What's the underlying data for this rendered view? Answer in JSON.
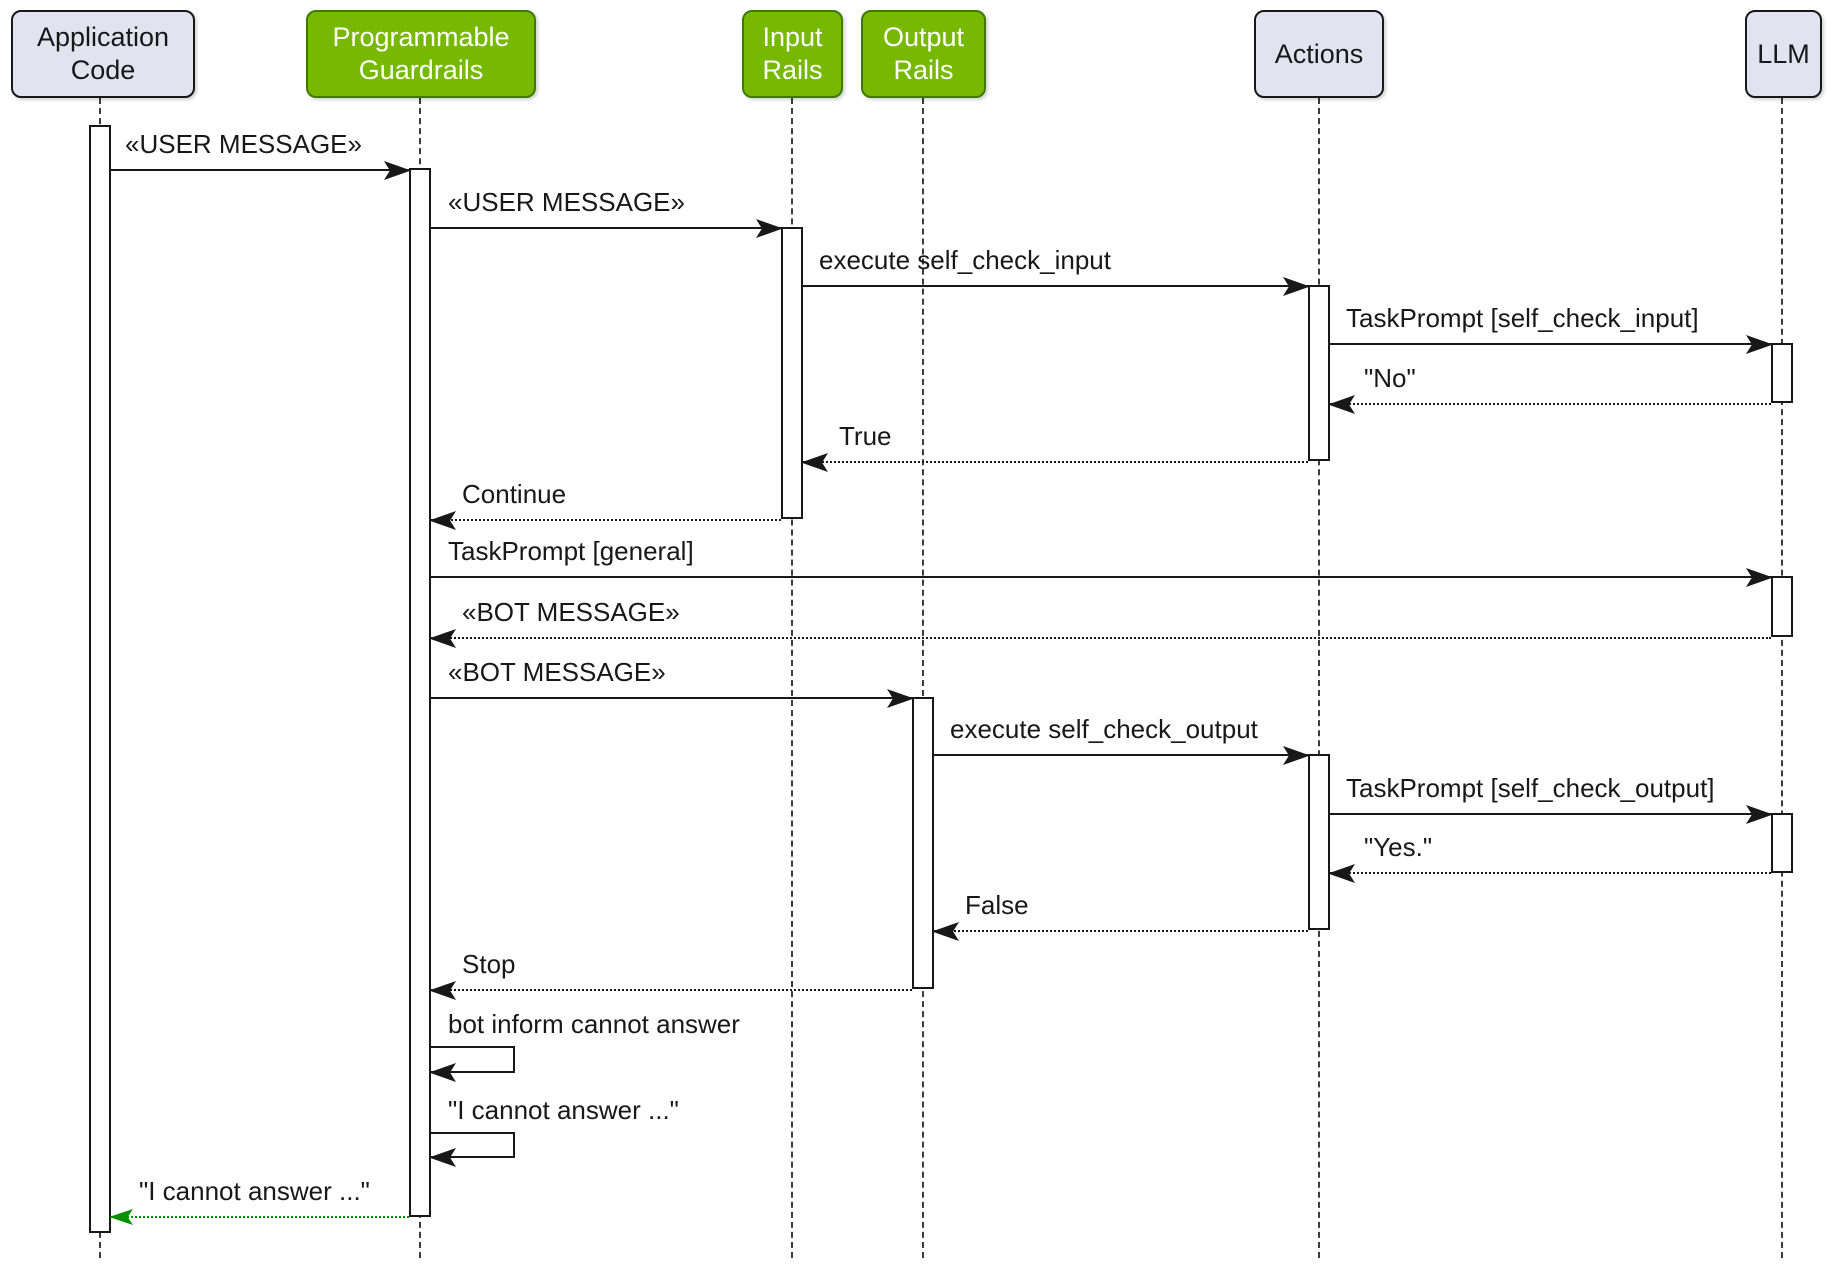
{
  "diagram": {
    "type": "uml-sequence",
    "colors": {
      "participant_fill": "#E2E2F0",
      "participant_green_fill": "#76B900",
      "line": "#181818",
      "final_return_green": "#089000"
    },
    "participants": [
      {
        "id": "application-code",
        "label": "Application\nCode",
        "style": "default"
      },
      {
        "id": "programmable-guardrails",
        "label": "Programmable\nGuardrails",
        "style": "green"
      },
      {
        "id": "input-rails",
        "label": "Input\nRails",
        "style": "green"
      },
      {
        "id": "output-rails",
        "label": "Output\nRails",
        "style": "green"
      },
      {
        "id": "actions",
        "label": "Actions",
        "style": "default"
      },
      {
        "id": "llm",
        "label": "LLM",
        "style": "default"
      }
    ],
    "messages": [
      {
        "from": "application-code",
        "to": "programmable-guardrails",
        "label": "«USER MESSAGE»",
        "kind": "sync"
      },
      {
        "from": "programmable-guardrails",
        "to": "input-rails",
        "label": "«USER MESSAGE»",
        "kind": "sync"
      },
      {
        "from": "input-rails",
        "to": "actions",
        "label": "execute self_check_input",
        "kind": "sync"
      },
      {
        "from": "actions",
        "to": "llm",
        "label": "TaskPrompt [self_check_input]",
        "kind": "sync"
      },
      {
        "from": "llm",
        "to": "actions",
        "label": "\"No\"",
        "kind": "return"
      },
      {
        "from": "actions",
        "to": "input-rails",
        "label": "True",
        "kind": "return"
      },
      {
        "from": "input-rails",
        "to": "programmable-guardrails",
        "label": "Continue",
        "kind": "return"
      },
      {
        "from": "programmable-guardrails",
        "to": "llm",
        "label": "TaskPrompt [general]",
        "kind": "sync"
      },
      {
        "from": "llm",
        "to": "programmable-guardrails",
        "label": "«BOT MESSAGE»",
        "kind": "return"
      },
      {
        "from": "programmable-guardrails",
        "to": "output-rails",
        "label": "«BOT MESSAGE»",
        "kind": "sync"
      },
      {
        "from": "output-rails",
        "to": "actions",
        "label": "execute self_check_output",
        "kind": "sync"
      },
      {
        "from": "actions",
        "to": "llm",
        "label": "TaskPrompt [self_check_output]",
        "kind": "sync"
      },
      {
        "from": "llm",
        "to": "actions",
        "label": "\"Yes.\"",
        "kind": "return"
      },
      {
        "from": "actions",
        "to": "output-rails",
        "label": "False",
        "kind": "return"
      },
      {
        "from": "output-rails",
        "to": "programmable-guardrails",
        "label": "Stop",
        "kind": "return"
      },
      {
        "from": "programmable-guardrails",
        "to": "programmable-guardrails",
        "label": "bot inform cannot answer",
        "kind": "self"
      },
      {
        "from": "programmable-guardrails",
        "to": "programmable-guardrails",
        "label": "\"I cannot answer ...\"",
        "kind": "self"
      },
      {
        "from": "programmable-guardrails",
        "to": "application-code",
        "label": "\"I cannot answer ...\"",
        "kind": "return-final"
      }
    ]
  }
}
